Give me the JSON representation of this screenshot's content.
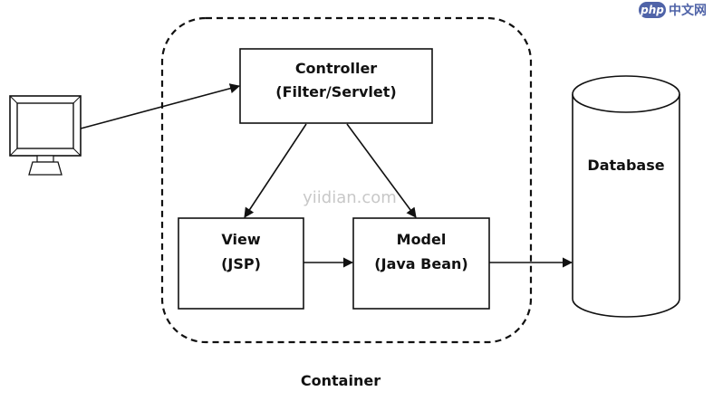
{
  "diagram": {
    "controller": {
      "line1": "Controller",
      "line2": "(Filter/Servlet)"
    },
    "view": {
      "line1": "View",
      "line2": "(JSP)"
    },
    "model": {
      "line1": "Model",
      "line2": "(Java Bean)"
    },
    "database": {
      "label": "Database"
    },
    "container": {
      "label": "Container"
    }
  },
  "watermark": {
    "center": "yiidian.com",
    "logo_php": "php",
    "logo_cn": "中文网"
  },
  "colors": {
    "stroke": "#111111",
    "logo": "#4f63a8",
    "watermark": "#c8c8c8"
  }
}
